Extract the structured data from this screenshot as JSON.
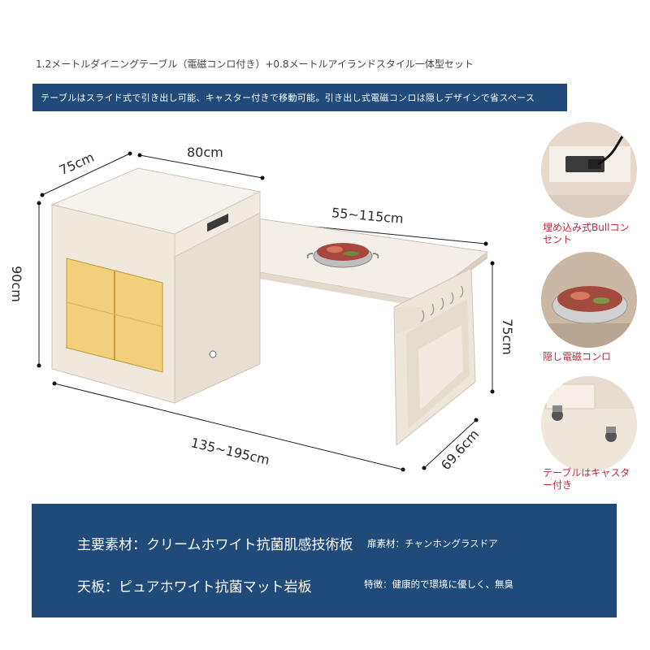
{
  "header": {
    "title": "1.2メートルダイニングテーブル（電磁コンロ付き）+0.8メートルアイランドスタイル一体型セット",
    "banner": "テーブルはスライド式で引き出し可能、キャスター付きで移動可能。引き出し式電磁コンロは隠しデザインで省スペース"
  },
  "dimensions": {
    "depth_cabinet": "75cm",
    "width_cabinet": "80cm",
    "extend_range": "55~115cm",
    "height_cabinet": "90cm",
    "height_table": "75cm",
    "total_length": "135~195cm",
    "table_depth": "69.6cm"
  },
  "features": [
    {
      "caption": "埋め込み式Bullコンセント",
      "icon": "power-socket-icon"
    },
    {
      "caption": "隠し電磁コンロ",
      "icon": "hot-pot-icon"
    },
    {
      "caption": "テーブルはキャスター付き",
      "icon": "caster-wheel-icon"
    }
  ],
  "specs": {
    "main_material": "主要素材：クリームホワイト抗菌肌感技術板",
    "door_material": "扉素材：チャンホングラスドア",
    "top_material": "天板：ピュアホワイト抗菌マット岩板",
    "feature_text": "特徴：健康的で環境に優しく、無臭"
  },
  "colors": {
    "banner_blue": "#1f4a7a",
    "caption_red": "#c0273d",
    "furniture_cream": "#f1ebe2",
    "glass_amber": "#f2cf7a"
  }
}
